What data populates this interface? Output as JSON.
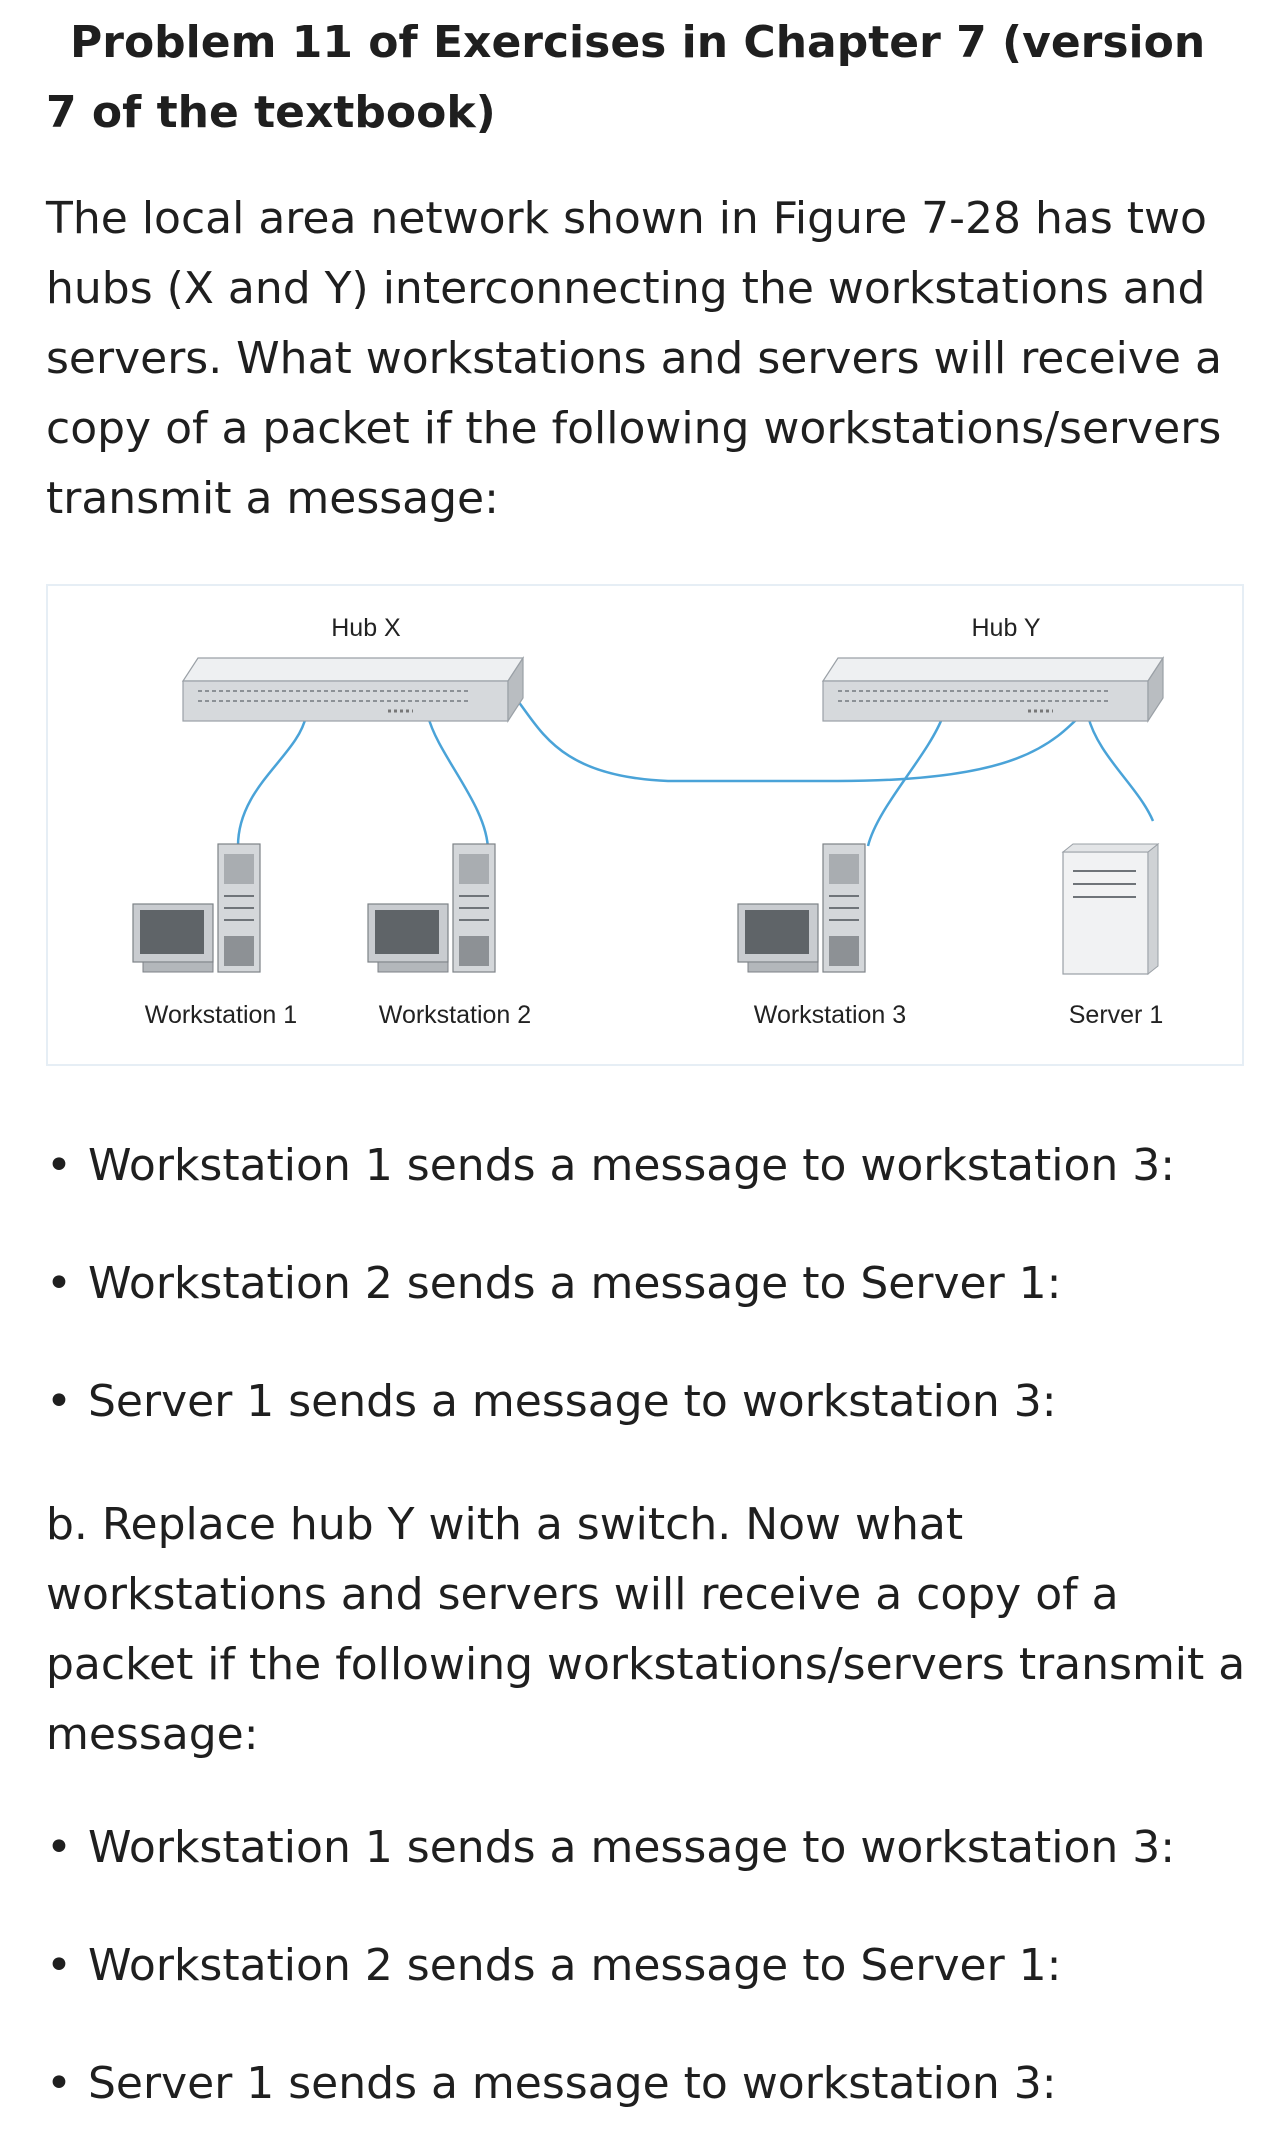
{
  "title": "Problem 11 of Exercises in Chapter 7 (version 7 of the textbook)",
  "intro": "The local area network shown in Figure 7-28 has two hubs (X and Y) interconnecting the workstations and servers. What workstations and servers will receive a copy of a packet if the following workstations/servers transmit a message:",
  "figure": {
    "hub_x_label": "Hub X",
    "hub_y_label": "Hub Y",
    "workstation_1_label": "Workstation 1",
    "workstation_2_label": "Workstation 2",
    "workstation_3_label": "Workstation 3",
    "server_1_label": "Server 1",
    "cable_color": "#4aa3d8"
  },
  "part_a": {
    "bullets": [
      "Workstation 1 sends a message to workstation 3:",
      "Workstation 2 sends a message to Server 1:",
      "Server 1 sends a message to workstation 3:"
    ]
  },
  "part_b": {
    "text": "b. Replace hub Y with a switch. Now what workstations and servers will receive a copy of a packet if the following workstations/servers transmit a message:",
    "bullets": [
      "Workstation 1 sends a message to workstation 3:",
      "Workstation 2 sends a message to Server 1:",
      "Server 1 sends a message to workstation 3:"
    ]
  },
  "bullet_symbol": "•"
}
